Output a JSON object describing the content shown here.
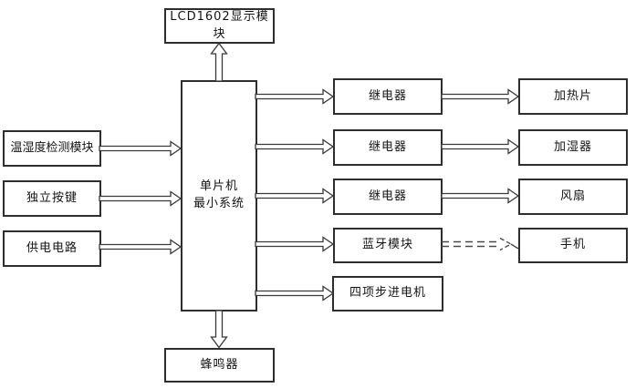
{
  "diagram": {
    "type": "block-diagram",
    "language": "zh-CN",
    "boxes": {
      "lcd": {
        "label": "LCD1602显示模块"
      },
      "mcu": {
        "line1": "单片机",
        "line2": "最小系统"
      },
      "temp": {
        "label": "温湿度检测模块"
      },
      "keys": {
        "label": "独立按键"
      },
      "power": {
        "label": "供电电路"
      },
      "relay1": {
        "label": "继电器"
      },
      "relay2": {
        "label": "继电器"
      },
      "relay3": {
        "label": "继电器"
      },
      "bluetooth": {
        "label": "蓝牙模块"
      },
      "stepper": {
        "label": "四项步进电机"
      },
      "heater": {
        "label": "加热片"
      },
      "humidifier": {
        "label": "加湿器"
      },
      "fan": {
        "label": "风扇"
      },
      "phone": {
        "label": "手机"
      },
      "buzzer": {
        "label": "蜂鸣器"
      }
    },
    "connections": [
      {
        "from": "mcu",
        "to": "lcd",
        "style": "hollow-arrow"
      },
      {
        "from": "temp",
        "to": "mcu",
        "style": "hollow-arrow"
      },
      {
        "from": "keys",
        "to": "mcu",
        "style": "hollow-arrow"
      },
      {
        "from": "power",
        "to": "mcu",
        "style": "hollow-arrow"
      },
      {
        "from": "mcu",
        "to": "relay1",
        "style": "hollow-arrow"
      },
      {
        "from": "mcu",
        "to": "relay2",
        "style": "hollow-arrow"
      },
      {
        "from": "mcu",
        "to": "relay3",
        "style": "hollow-arrow"
      },
      {
        "from": "mcu",
        "to": "bluetooth",
        "style": "hollow-arrow"
      },
      {
        "from": "mcu",
        "to": "stepper",
        "style": "hollow-arrow"
      },
      {
        "from": "relay1",
        "to": "heater",
        "style": "hollow-arrow"
      },
      {
        "from": "relay2",
        "to": "humidifier",
        "style": "hollow-arrow"
      },
      {
        "from": "relay3",
        "to": "fan",
        "style": "hollow-arrow"
      },
      {
        "from": "bluetooth",
        "to": "phone",
        "style": "dashed-arrow"
      },
      {
        "from": "mcu",
        "to": "buzzer",
        "style": "hollow-arrow"
      }
    ],
    "colors": {
      "background": "#ffffff",
      "box_border": "#2e2e2e",
      "arrow_line": "#3a3a3a",
      "text": "#141414"
    }
  }
}
